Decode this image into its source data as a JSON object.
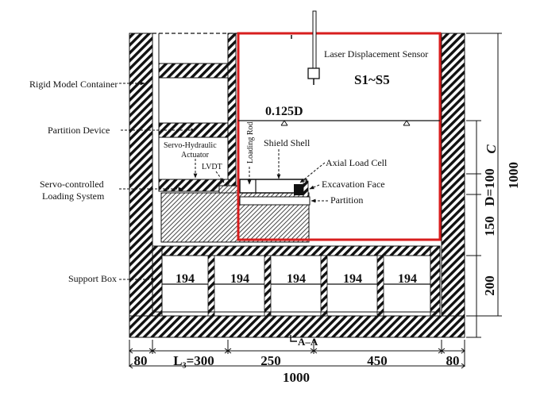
{
  "labels": {
    "rigid_container": "Rigid Model Container",
    "partition_device": "Partition Device",
    "servo_loading_line1": "Servo-controlled",
    "servo_loading_line2": "Loading System",
    "support_box": "Support Box",
    "laser_sensor": "Laser Displacement Sensor",
    "sensors": "S1~S5",
    "offset": "0.125D",
    "servo_actuator_line1": "Servo-Hydraulic",
    "servo_actuator_line2": "Actuator",
    "lvdt": "LVDT",
    "loading_rod": "Loading Rod",
    "shield_shell": "Shield Shell",
    "axial_load_cell": "Axial Load Cell",
    "excavation_face": "Excavation Face",
    "partition": "Partition",
    "section": "A–A"
  },
  "support_cells": [
    "194",
    "194",
    "194",
    "194",
    "194"
  ],
  "dimensions": {
    "bottom_segments": [
      "80",
      "L₃=300",
      "250",
      "450",
      "80"
    ],
    "bottom_total": "1000",
    "right_c": "C",
    "right_d": "D=100",
    "right_150": "150",
    "right_200": "200",
    "right_total": "1000"
  },
  "colors": {
    "highlight_box": "#d81e1e",
    "line": "#111111"
  }
}
